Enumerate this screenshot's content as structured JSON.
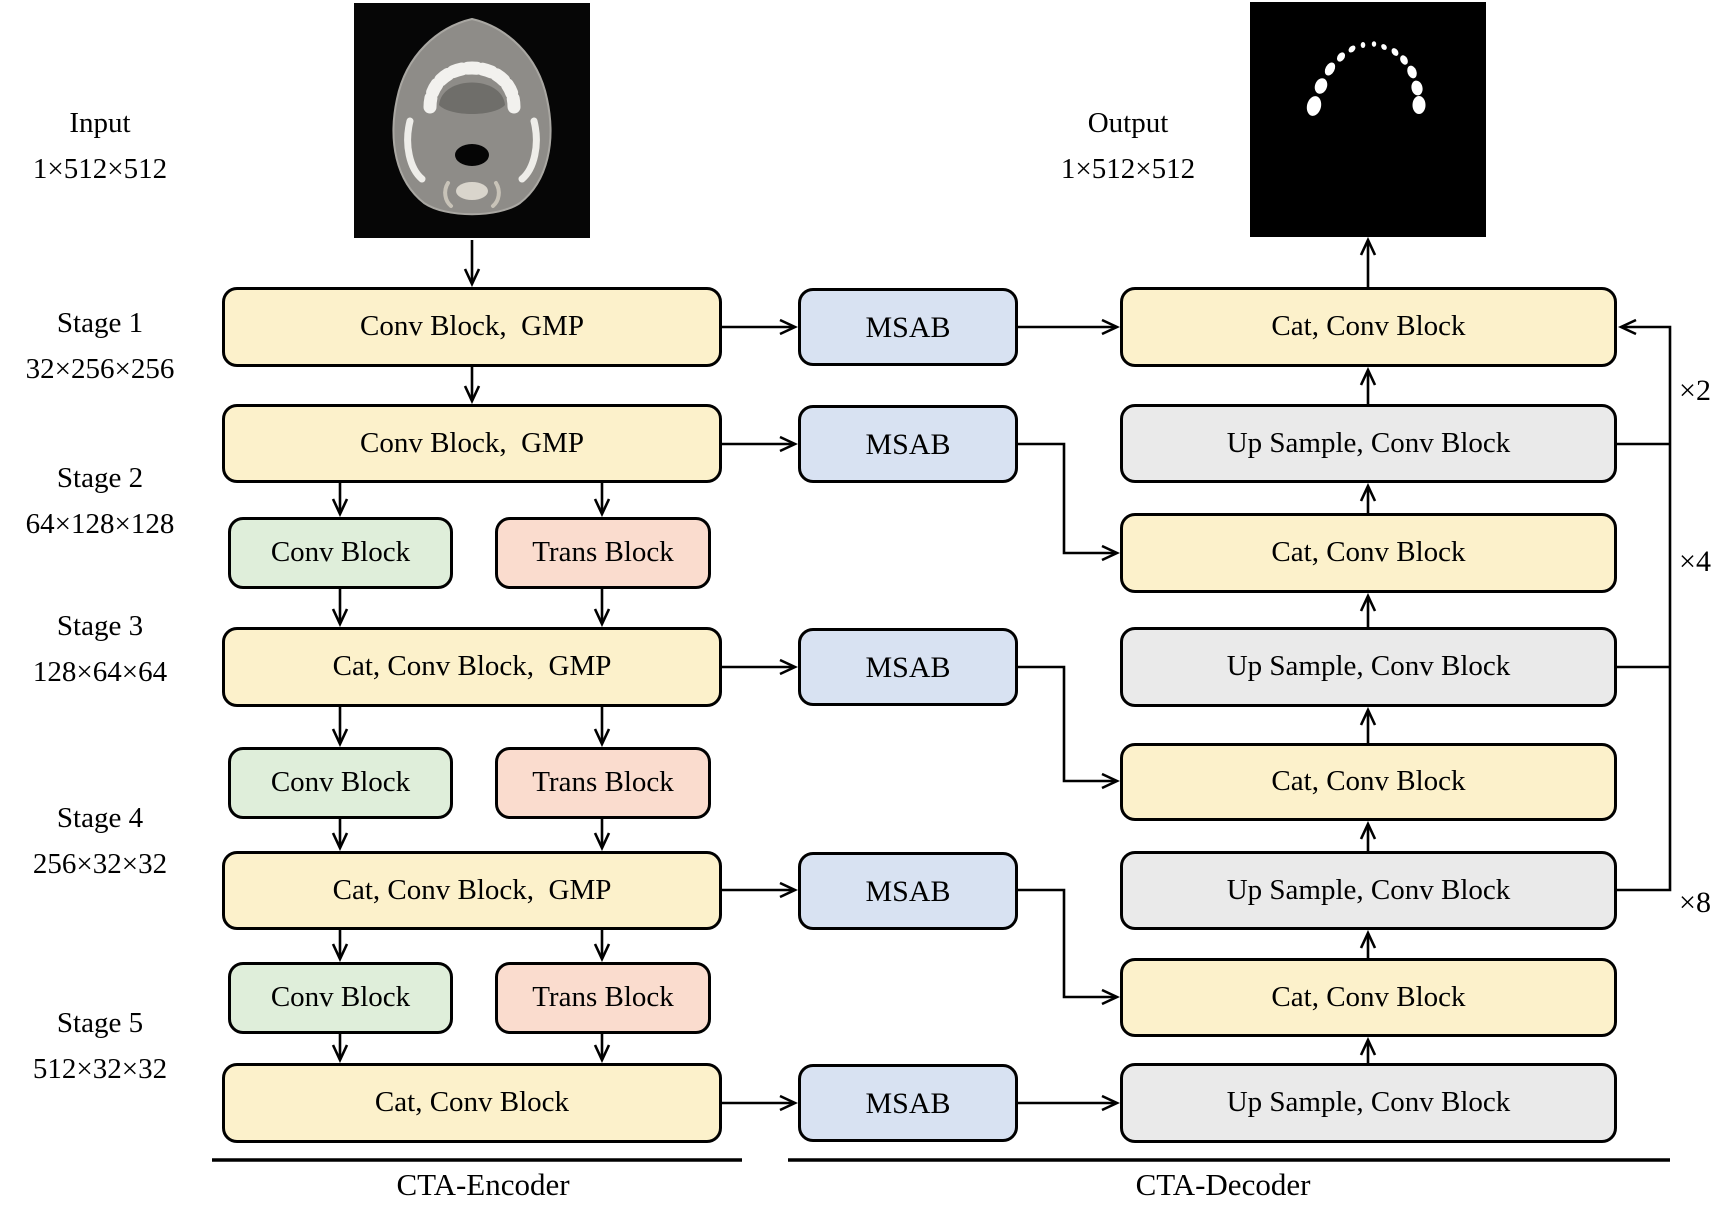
{
  "figure": {
    "input": {
      "label": "Input",
      "dims": "1×512×512"
    },
    "output": {
      "label": "Output",
      "dims": "1×512×512"
    },
    "stages": [
      {
        "label": "Stage 1",
        "dims": "32×256×256"
      },
      {
        "label": "Stage 2",
        "dims": "64×128×128"
      },
      {
        "label": "Stage 3",
        "dims": "128×64×64"
      },
      {
        "label": "Stage 4",
        "dims": "256×32×32"
      },
      {
        "label": "Stage 5",
        "dims": "512×32×32"
      }
    ],
    "encoder": {
      "title": "CTA-Encoder",
      "stage_blocks": [
        "Conv Block,  GMP",
        "Conv Block,  GMP",
        "Cat, Conv Block,  GMP",
        "Cat, Conv Block,  GMP",
        "Cat, Conv Block"
      ],
      "branch_pairs": [
        {
          "conv": "Conv Block",
          "trans": "Trans Block"
        },
        {
          "conv": "Conv Block",
          "trans": "Trans Block"
        },
        {
          "conv": "Conv Block",
          "trans": "Trans Block"
        }
      ]
    },
    "msab": {
      "label": "MSAB"
    },
    "decoder": {
      "title": "CTA-Decoder",
      "rows": [
        "Cat, Conv Block",
        "Up Sample, Conv Block",
        "Cat, Conv Block",
        "Up Sample, Conv Block",
        "Cat, Conv Block",
        "Up Sample, Conv Block",
        "Cat, Conv Block",
        "Up Sample, Conv Block"
      ]
    },
    "upsample_factors": [
      "×2",
      "×4",
      "×8"
    ],
    "colors": {
      "encoder_stage": "#FCF1CB",
      "conv_branch": "#DFEEDA",
      "trans_branch": "#FADCCE",
      "msab": "#D8E2F2",
      "upsample": "#EAEAEA",
      "border": "#000000"
    }
  }
}
